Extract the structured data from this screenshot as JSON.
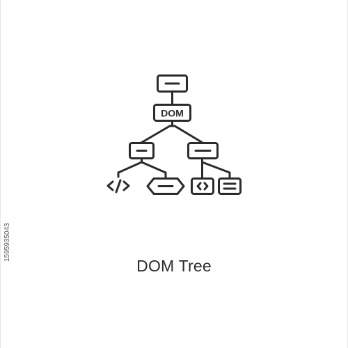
{
  "icon": {
    "name": "dom-tree-icon",
    "badge_text": "DOM",
    "stroke_color": "#2b2b2b"
  },
  "caption": "DOM Tree",
  "stock_id": "1595935043"
}
